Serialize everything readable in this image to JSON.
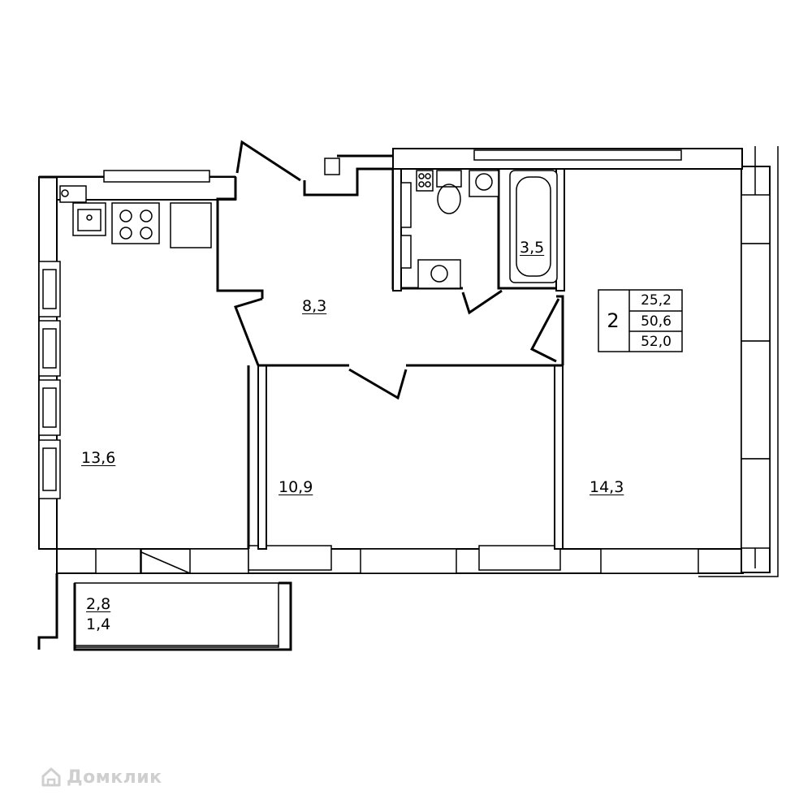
{
  "rooms": {
    "kitchen_area": "13,6",
    "hall_area": "8,3",
    "bathroom_area": "3,5",
    "bedroom_area": "10,9",
    "living_area": "14,3",
    "balcony_area": "2,8",
    "balcony_reduced_area": "1,4"
  },
  "summary": {
    "room_count": "2",
    "living_area": "25,2",
    "total_area": "50,6",
    "total_with_balcony": "52,0"
  },
  "watermark": {
    "text": "Домклик",
    "icon": "house-icon"
  }
}
